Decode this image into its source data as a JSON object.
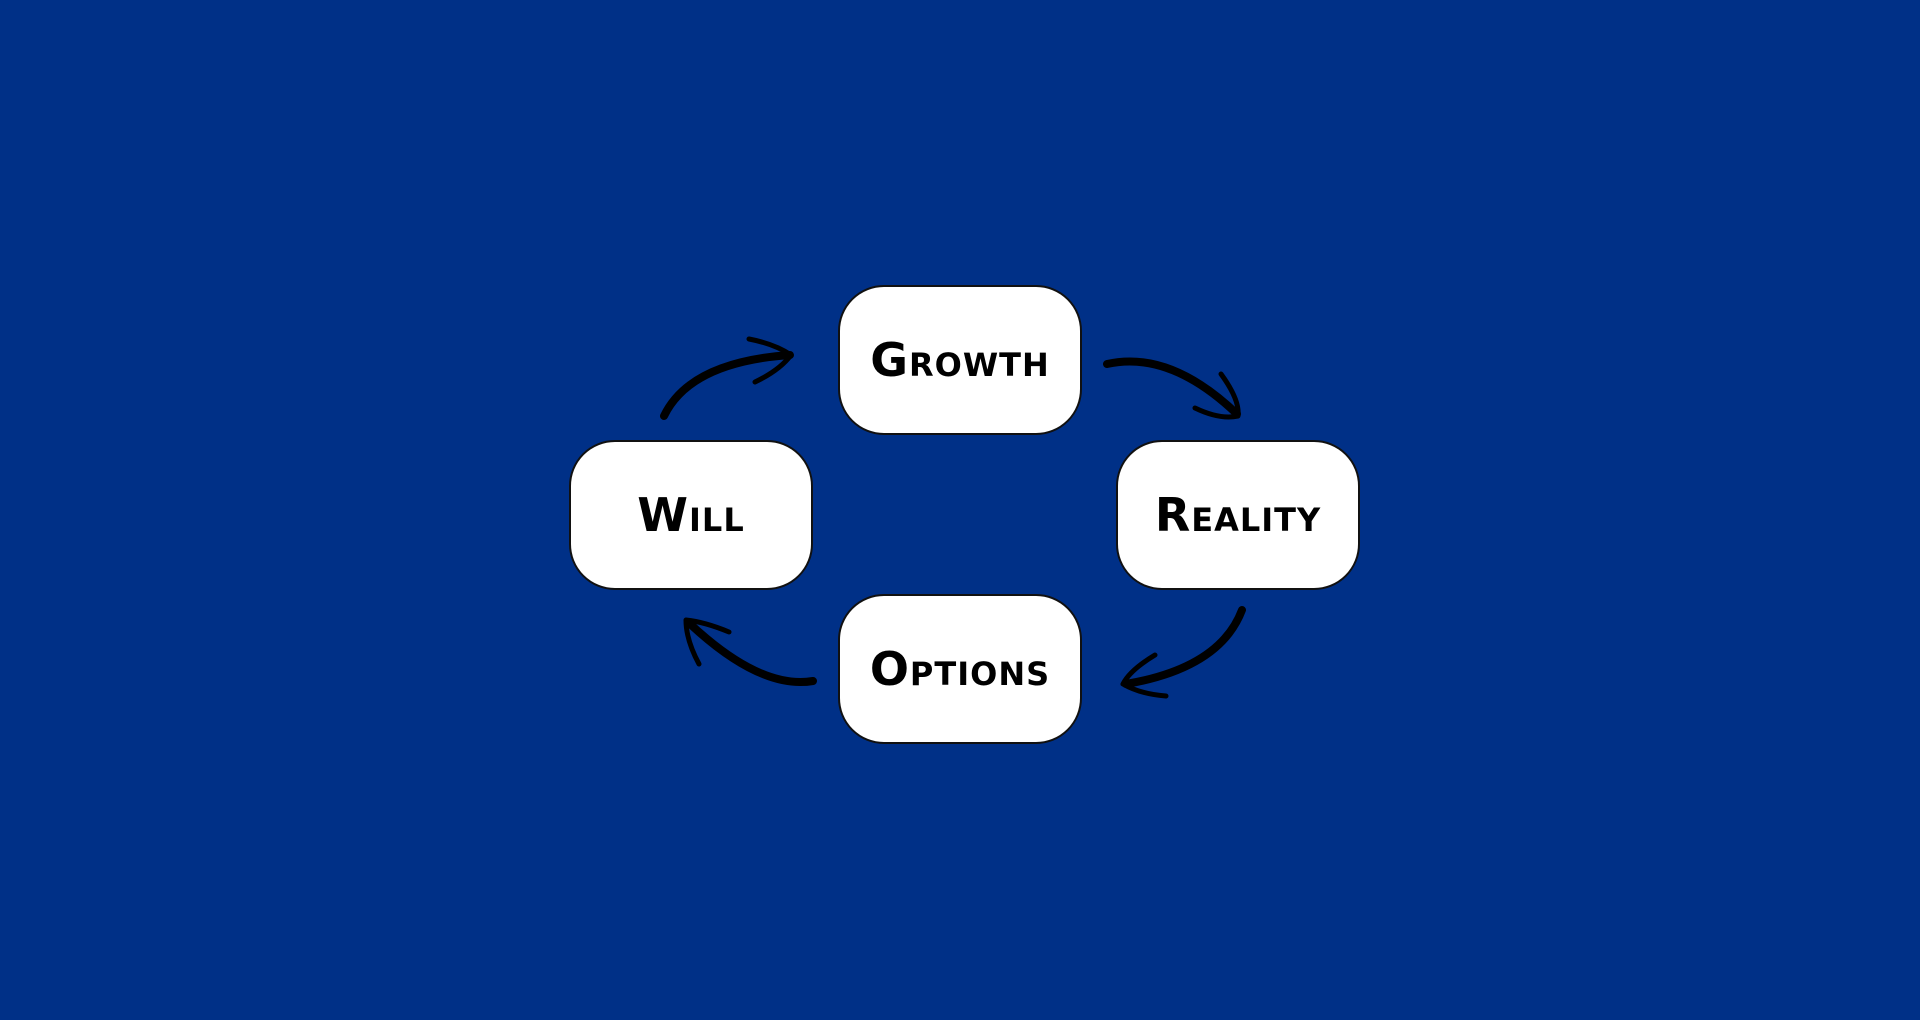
{
  "background_color": "#003087",
  "nodes": [
    {
      "label": "Growth"
    },
    {
      "label": "Reality"
    },
    {
      "label": "Options"
    },
    {
      "label": "Will"
    }
  ],
  "edges": [
    {
      "from": "Growth",
      "to": "Reality"
    },
    {
      "from": "Reality",
      "to": "Options"
    },
    {
      "from": "Options",
      "to": "Will"
    },
    {
      "from": "Will",
      "to": "Growth"
    }
  ]
}
